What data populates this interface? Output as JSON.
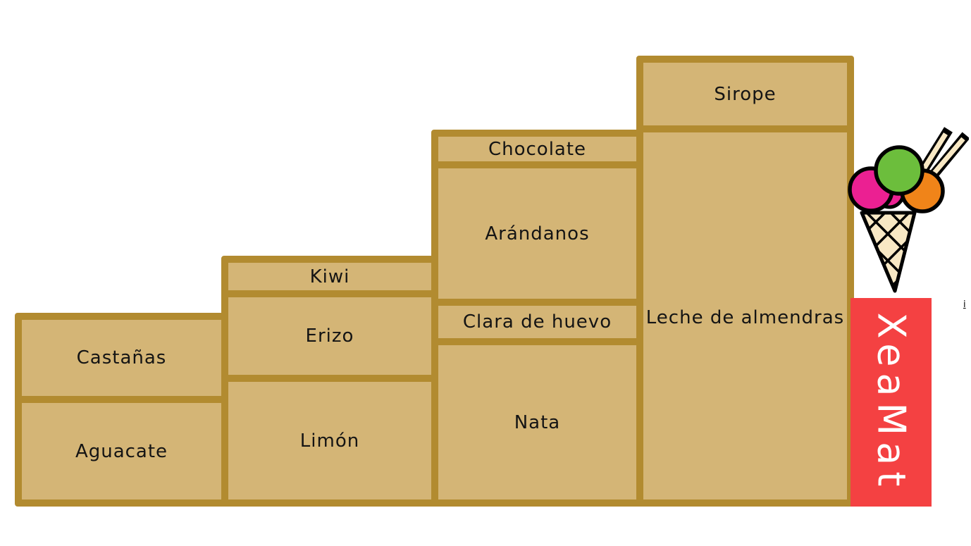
{
  "columns": [
    {
      "id": "column-1",
      "boxes": [
        {
          "label": "Castañas"
        },
        {
          "label": "Aguacate"
        }
      ]
    },
    {
      "id": "column-2",
      "boxes": [
        {
          "label": "Kiwi"
        },
        {
          "label": "Erizo"
        },
        {
          "label": "Limón"
        }
      ]
    },
    {
      "id": "column-3",
      "boxes": [
        {
          "label": "Chocolate"
        },
        {
          "label": "Arándanos"
        },
        {
          "label": "Clara de huevo"
        },
        {
          "label": "Nata"
        }
      ]
    },
    {
      "id": "column-4",
      "boxes": [
        {
          "label": "Sirope"
        },
        {
          "label": "Leche de almendras"
        }
      ]
    }
  ],
  "brand": {
    "name": "XeaMat",
    "banner_color": "#F44142",
    "text_color": "#FFFFFF"
  },
  "palette": {
    "box_fill": "#D4B576",
    "box_border": "#B28B30",
    "label_color": "#141414",
    "background": "#FFFFFF"
  },
  "icons": {
    "ice_cream": {
      "name": "ice-cream-icon",
      "scoop_pink": "#EB2092",
      "scoop_green": "#6CBE3C",
      "scoop_orange": "#F08419",
      "cone_cream": "#F8E8C4",
      "outline": "#000000"
    }
  },
  "artifact": {
    "text": "i"
  }
}
